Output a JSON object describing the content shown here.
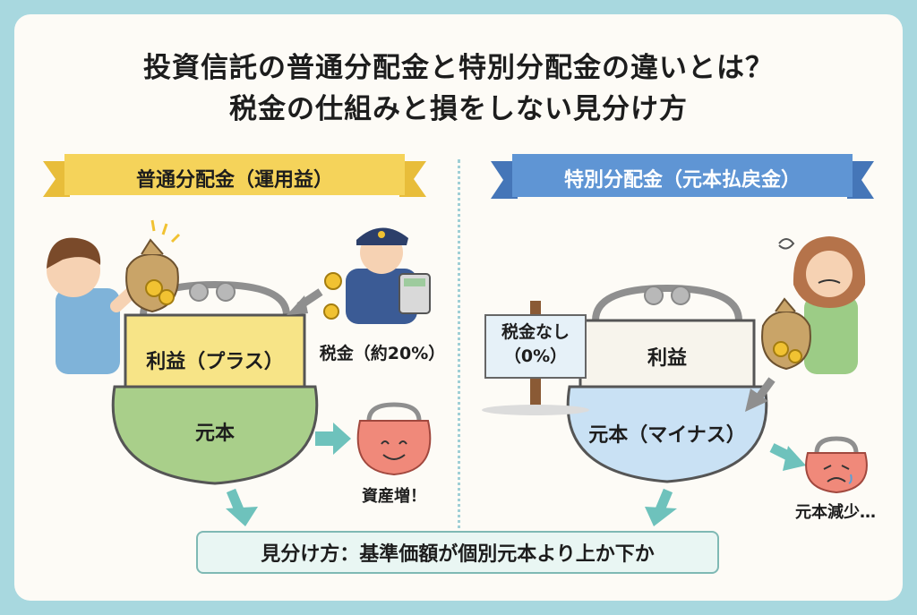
{
  "title": {
    "line1": "投資信託の普通分配金と特別分配金の違いとは？",
    "line2": "税金の仕組みと損をしない見分け方"
  },
  "left": {
    "banner": "普通分配金（運用益）",
    "profit": "利益（プラス）",
    "principal": "元本",
    "tax": "税金（約20%）",
    "result": "資産増！",
    "colors": {
      "banner": "#f5d35a",
      "profit": "#f7e487",
      "principal": "#a9cf8a"
    }
  },
  "right": {
    "banner": "特別分配金（元本払戻金）",
    "profit": "利益",
    "principal": "元本（マイナス）",
    "sign": "税金なし\n（0%）",
    "result": "元本減少…",
    "colors": {
      "banner": "#5f95d4",
      "principal": "#c9e1f4"
    }
  },
  "summary": "見分け方：基準価額が個別元本より上か下か"
}
